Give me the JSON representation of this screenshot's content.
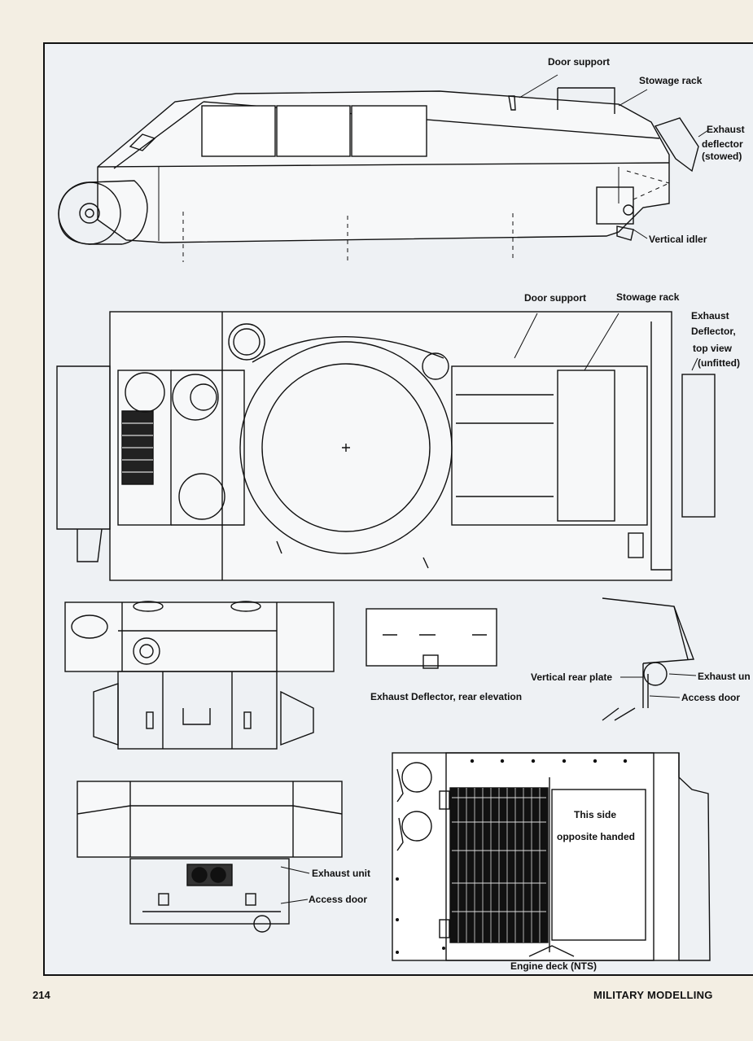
{
  "labels": {
    "side_door_support": "Door support",
    "side_stowage_rack": "Stowage rack",
    "side_exhaust_1": "Exhaust",
    "side_exhaust_2": "deflector",
    "side_exhaust_3": "(stowed)",
    "side_vertical_idler": "Vertical idler",
    "top_door_support": "Door support",
    "top_stowage_rack": "Stowage rack",
    "top_exhaust_1": "Exhaust",
    "top_exhaust_2": "Deflector,",
    "top_exhaust_3": "top view",
    "top_exhaust_4": "(unfitted)",
    "exhaust_rear_elevation": "Exhaust Deflector, rear elevation",
    "vertical_rear_plate": "Vertical rear plate",
    "exhaust_unit_cut": "Exhaust un",
    "access_door_right": "Access door",
    "exhaust_unit": "Exhaust unit",
    "access_door_left": "Access door",
    "this_side_1": "This side",
    "this_side_2": "opposite handed",
    "engine_deck": "Engine deck (NTS)"
  },
  "footer": {
    "page_number": "214",
    "magazine": "MILITARY MODELLING"
  },
  "colors": {
    "ink": "#111111",
    "paper": "#f3eee3",
    "drawing_bg": "#eef1f4"
  }
}
